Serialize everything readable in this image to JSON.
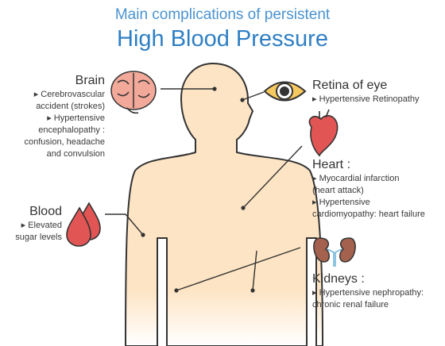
{
  "title": {
    "line1": "Main complications of persistent",
    "line2": "High Blood Pressure"
  },
  "brain": {
    "heading": "Brain",
    "lines": [
      "▸ Cerebrovascular",
      "accident (strokes)",
      "▸ Hypertensive",
      "encephalopathy :",
      "confusion, headache",
      "and convulsion"
    ]
  },
  "blood": {
    "heading": "Blood",
    "lines": [
      "▸ Elevated",
      "sugar levels"
    ]
  },
  "retina": {
    "heading": "Retina of eye",
    "lines": [
      "▸ Hypertensive Retinopathy"
    ]
  },
  "heart": {
    "heading": "Heart :",
    "lines": [
      "▸ Myocardial infarction",
      "(heart attack)",
      "▸ Hypertensive",
      "cardiomyopathy: heart failure"
    ]
  },
  "kidneys": {
    "heading": "Kidneys :",
    "lines": [
      "▸ Hypertensive nephropathy:",
      "chronic renal failure"
    ]
  },
  "icons": [
    "brain-icon",
    "eye-icon",
    "heart-icon",
    "blood-drop-icon",
    "kidneys-icon"
  ],
  "colors": {
    "title": "#2e7fc4",
    "body": "#fde4c4",
    "organ_red": "#e15555",
    "brain": "#f3a99a"
  }
}
